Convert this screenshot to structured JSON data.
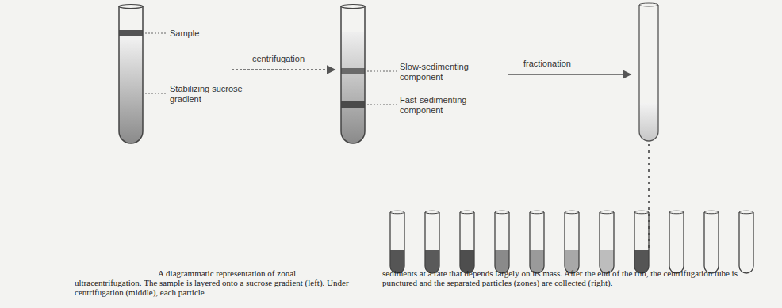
{
  "diagram": {
    "labels": [
      "Sample",
      "Stabilizing sucrose gradient",
      "centrifugation",
      "Slow-sedimenting component",
      "Fast-sedimenting component",
      "fractionation",
      "A diagrammatic representation of zonal ultracentrifugation. The sample is layered onto a sucrose gradient (left). Under centrifugation (middle), each particle",
      "sediments at a rate that depends largely on its mass. After the end of the run, the centrifugation tube is punctured and the separated particles (zones) are collected (right)."
    ]
  }
}
